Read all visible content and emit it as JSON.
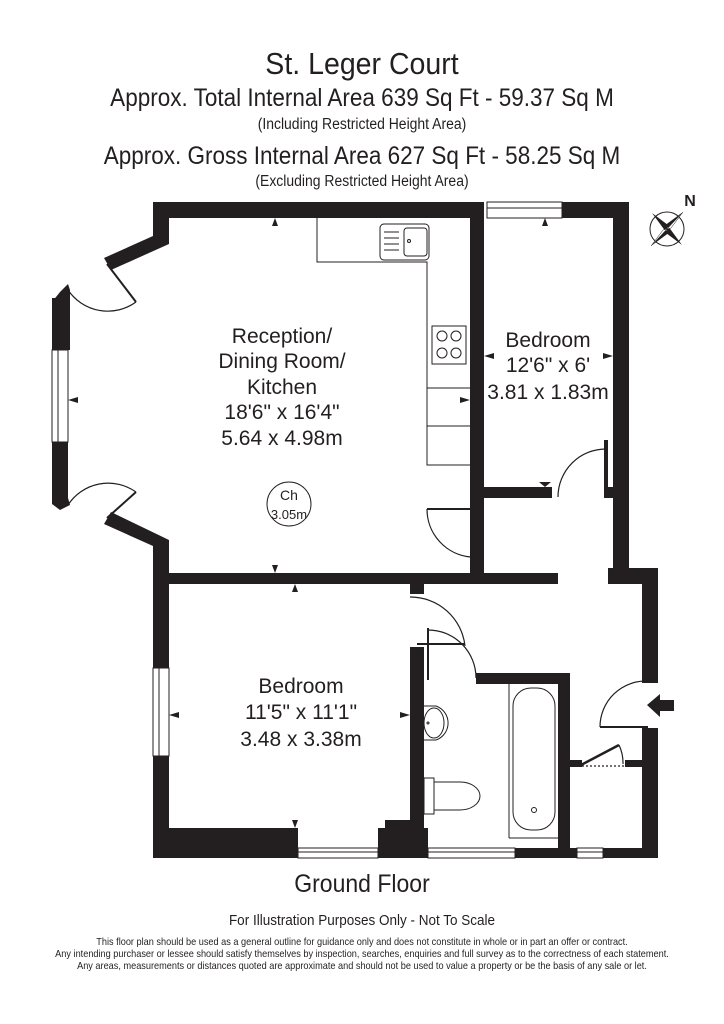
{
  "header": {
    "title": "St. Leger Court",
    "total_area": "Approx. Total Internal Area   639 Sq Ft  -  59.37 Sq M",
    "total_area_note": "(Including Restricted Height Area)",
    "gross_area": "Approx. Gross Internal Area   627 Sq Ft  -  58.25 Sq M",
    "gross_area_note": "(Excluding Restricted Height Area)"
  },
  "compass": {
    "label": "N",
    "icon": "compass-rose-icon"
  },
  "rooms": {
    "reception": {
      "name_line1": "Reception/",
      "name_line2": "Dining Room/",
      "name_line3": "Kitchen",
      "imperial": "18'6\" x 16'4\"",
      "metric": "5.64 x 4.98m"
    },
    "ceiling_height": {
      "label": "Ch",
      "value": "3.05m"
    },
    "bedroom1": {
      "name": "Bedroom",
      "imperial": "12'6\" x 6'",
      "metric": "3.81 x 1.83m"
    },
    "bedroom2": {
      "name": "Bedroom",
      "imperial": "11'5\" x 11'1\"",
      "metric": "3.48 x 3.38m"
    }
  },
  "colors": {
    "wall": "#231f20",
    "line": "#231f20",
    "background": "#ffffff"
  },
  "footer": {
    "floor": "Ground Floor",
    "illustration": "For Illustration Purposes Only - Not To Scale",
    "disclaimer_1": "This floor plan should be used as a general outline for guidance only and does not constitute in whole or in part an offer or contract.",
    "disclaimer_2": "Any intending purchaser or lessee should satisfy themselves by inspection, searches, enquiries and full survey as to the correctness of each statement.",
    "disclaimer_3": "Any areas, measurements or distances quoted are approximate and should not be used to value a property or be the basis of any sale or let."
  }
}
